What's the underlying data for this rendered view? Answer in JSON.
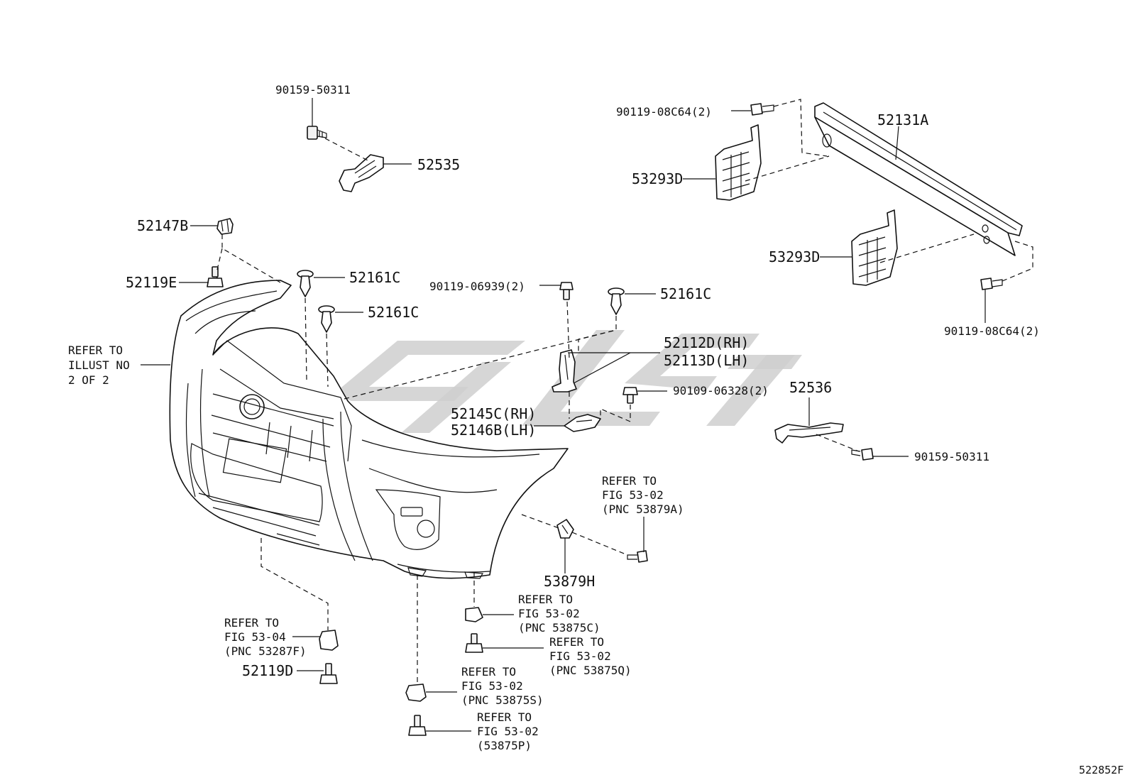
{
  "figure": {
    "code": "522852F"
  },
  "callouts": {
    "c1": "90159-50311",
    "c2": "52535",
    "c3": "52147B",
    "c4": "52119E",
    "c5": "52161C",
    "c6": "52161C",
    "c7": "90119-06939(2)",
    "c8": "52161C",
    "c9": "90119-08C64(2)",
    "c10": "52131A",
    "c11": "53293D",
    "c12": "53293D",
    "c13": "90119-08C64(2)",
    "c14": "52112D(RH)",
    "c15": "52113D(LH)",
    "c16": "90109-06328(2)",
    "c17": "52536",
    "c18": "52145C(RH)",
    "c19": "52146B(LH)",
    "c20": "90159-50311",
    "c21": "53879H",
    "c22": "52119D"
  },
  "refs": {
    "illust": [
      "REFER TO",
      "ILLUST NO",
      "2 OF 2"
    ],
    "r53879A": [
      "REFER TO",
      "FIG 53-02",
      "(PNC 53879A)"
    ],
    "r53875C": [
      "REFER TO",
      "FIG 53-02",
      "(PNC 53875C)"
    ],
    "r53875Q": [
      "REFER TO",
      "FIG 53-02",
      "(PNC 53875Q)"
    ],
    "r53287F": [
      "REFER TO",
      "FIG 53-04",
      "(PNC 53287F)"
    ],
    "r53875S": [
      "REFER TO",
      "FIG 53-02",
      "(PNC 53875S)"
    ],
    "r53875P": [
      "REFER TO",
      "FIG 53-02",
      "(53875P)"
    ]
  }
}
